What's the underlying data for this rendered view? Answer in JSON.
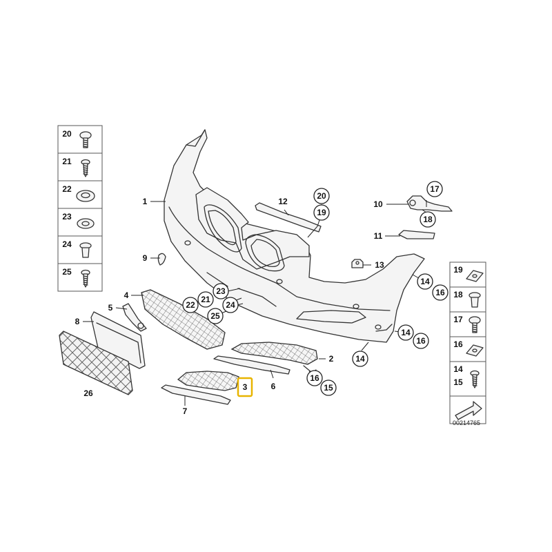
{
  "diagram": {
    "reference_code": "00214765",
    "callouts": [
      {
        "label": "1"
      },
      {
        "label": "2"
      },
      {
        "label": "4"
      },
      {
        "label": "5"
      },
      {
        "label": "6"
      },
      {
        "label": "7"
      },
      {
        "label": "8"
      },
      {
        "label": "9"
      },
      {
        "label": "10"
      },
      {
        "label": "11"
      },
      {
        "label": "12"
      },
      {
        "label": "13"
      },
      {
        "label": "14"
      },
      {
        "label": "14"
      },
      {
        "label": "14"
      },
      {
        "label": "14"
      },
      {
        "label": "15"
      },
      {
        "label": "16"
      },
      {
        "label": "16"
      },
      {
        "label": "16"
      },
      {
        "label": "17"
      },
      {
        "label": "18"
      },
      {
        "label": "19"
      },
      {
        "label": "20"
      },
      {
        "label": "21"
      },
      {
        "label": "22"
      },
      {
        "label": "23"
      },
      {
        "label": "24"
      },
      {
        "label": "25"
      },
      {
        "label": "26"
      }
    ],
    "highlighted": {
      "label": "3"
    },
    "legend_left": [
      {
        "label": "20",
        "icon": "bolt-icon"
      },
      {
        "label": "21",
        "icon": "screw-icon"
      },
      {
        "label": "22",
        "icon": "grommet-icon"
      },
      {
        "label": "23",
        "icon": "washer-icon"
      },
      {
        "label": "24",
        "icon": "expanding-rivet-icon"
      },
      {
        "label": "25",
        "icon": "screw-icon"
      }
    ],
    "legend_right": [
      {
        "label": "19",
        "icon": "clip-nut-icon"
      },
      {
        "label": "18",
        "icon": "expanding-rivet-icon"
      },
      {
        "label": "17",
        "icon": "bolt-icon"
      },
      {
        "label": "16",
        "icon": "clip-nut-icon"
      },
      {
        "label": "14",
        "icon": "screw-icon"
      },
      {
        "label": "15",
        "icon": "screw-icon"
      },
      {
        "label": "",
        "icon": "arrow-icon"
      }
    ]
  }
}
